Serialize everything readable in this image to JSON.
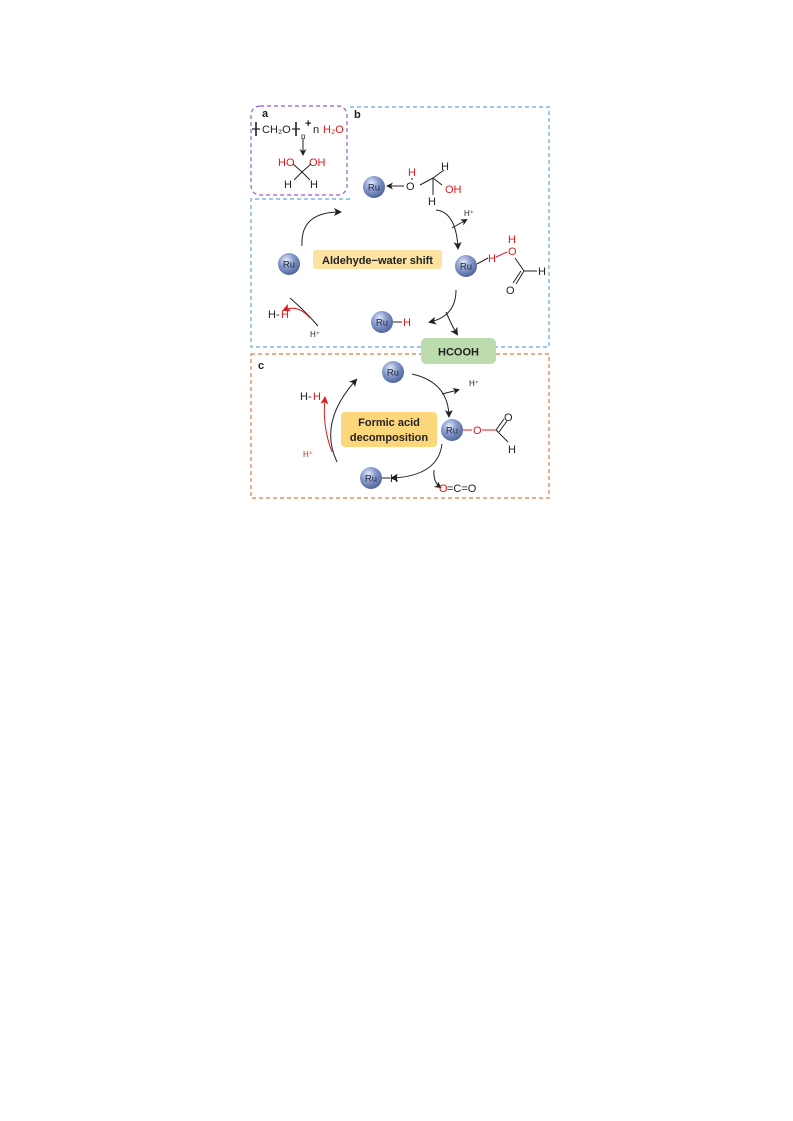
{
  "panels": {
    "a": {
      "label": "a",
      "repeat_unit": "CH₂O",
      "subscript_n": "n",
      "plus": "+",
      "coefficient": "n",
      "water": "H₂O",
      "diol": {
        "oh_left": "HO",
        "oh_right": "OH",
        "h_left": "H",
        "h_right": "H"
      }
    },
    "b": {
      "label": "b",
      "title": "Aldehyde−water shift",
      "ru": "Ru",
      "adduct": {
        "o": "O",
        "h_red": "H",
        "h_top": "H",
        "oh": "OH",
        "h_bottom": "H"
      },
      "proton_out": "H⁺",
      "formate_like": {
        "h_red_1": "H",
        "h_red_2": "H",
        "o_red": "O",
        "o_carbonyl": "O",
        "h_c": "H"
      },
      "hydride": "H",
      "h2_left": "H-",
      "h2_right": "H",
      "proton_in": "H⁺"
    },
    "product": "HCOOH",
    "c": {
      "label": "c",
      "title_line1": "Formic acid",
      "title_line2": "decomposition",
      "ru": "Ru",
      "proton_out": "H⁺",
      "formate": {
        "o_red": "O",
        "o_carbonyl": "O",
        "h": "H"
      },
      "hydride": "H",
      "co2_o_red": "O",
      "co2_rest": "=C=O",
      "h2_left": "H-",
      "h2_right": "H",
      "proton_in": "H⁺"
    }
  },
  "colors": {
    "panel_a_border": "#9b59c9",
    "panel_b_border": "#64a6dd",
    "panel_c_border": "#d77d45",
    "aldehyde_label_bg": "#fce3a2",
    "formic_label_bg": "#fbd67a",
    "hcooh_bg": "#bcdcae",
    "accent_red": "#e0191b",
    "ru_sphere": "#7a8fc4"
  }
}
